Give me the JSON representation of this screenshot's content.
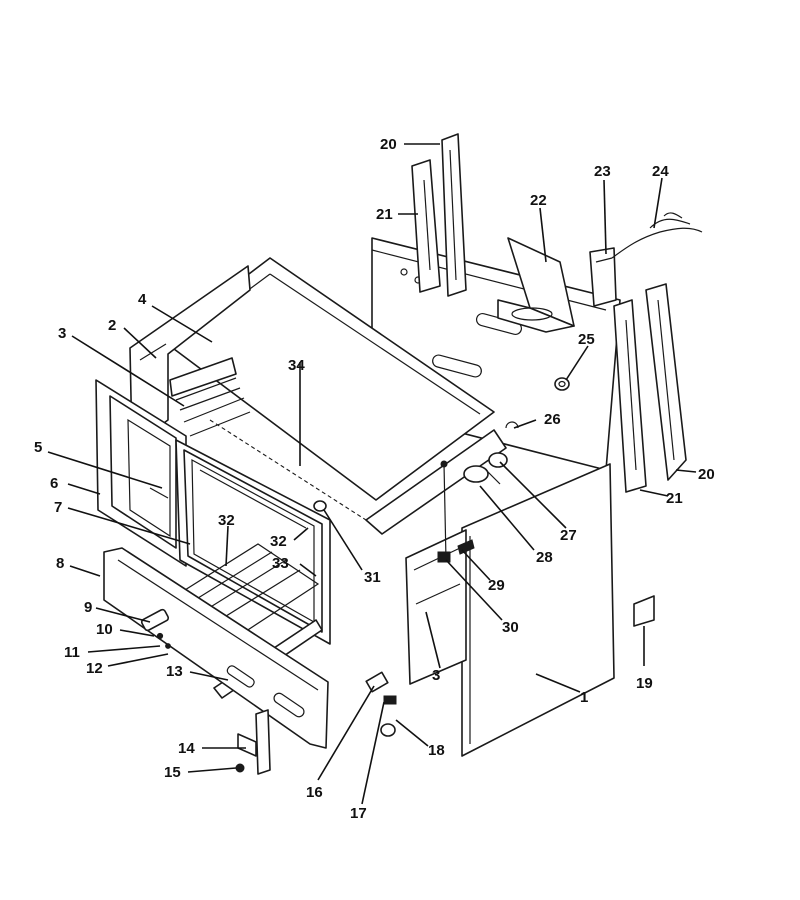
{
  "diagram": {
    "callouts": [
      {
        "id": "c1",
        "label": "1"
      },
      {
        "id": "c2",
        "label": "2"
      },
      {
        "id": "c3a",
        "label": "3"
      },
      {
        "id": "c3b",
        "label": "3"
      },
      {
        "id": "c4",
        "label": "4"
      },
      {
        "id": "c5",
        "label": "5"
      },
      {
        "id": "c6",
        "label": "6"
      },
      {
        "id": "c7",
        "label": "7"
      },
      {
        "id": "c8",
        "label": "8"
      },
      {
        "id": "c9",
        "label": "9"
      },
      {
        "id": "c10",
        "label": "10"
      },
      {
        "id": "c11",
        "label": "11"
      },
      {
        "id": "c12",
        "label": "12"
      },
      {
        "id": "c13",
        "label": "13"
      },
      {
        "id": "c14",
        "label": "14"
      },
      {
        "id": "c15",
        "label": "15"
      },
      {
        "id": "c16",
        "label": "16"
      },
      {
        "id": "c17",
        "label": "17"
      },
      {
        "id": "c18",
        "label": "18"
      },
      {
        "id": "c19",
        "label": "19"
      },
      {
        "id": "c20a",
        "label": "20"
      },
      {
        "id": "c20b",
        "label": "20"
      },
      {
        "id": "c21a",
        "label": "21"
      },
      {
        "id": "c21b",
        "label": "21"
      },
      {
        "id": "c22",
        "label": "22"
      },
      {
        "id": "c23",
        "label": "23"
      },
      {
        "id": "c24",
        "label": "24"
      },
      {
        "id": "c25",
        "label": "25"
      },
      {
        "id": "c26",
        "label": "26"
      },
      {
        "id": "c27",
        "label": "27"
      },
      {
        "id": "c28",
        "label": "28"
      },
      {
        "id": "c29",
        "label": "29"
      },
      {
        "id": "c30",
        "label": "30"
      },
      {
        "id": "c31",
        "label": "31"
      },
      {
        "id": "c32a",
        "label": "32"
      },
      {
        "id": "c32b",
        "label": "32"
      },
      {
        "id": "c33",
        "label": "33"
      },
      {
        "id": "c34",
        "label": "34"
      }
    ]
  }
}
